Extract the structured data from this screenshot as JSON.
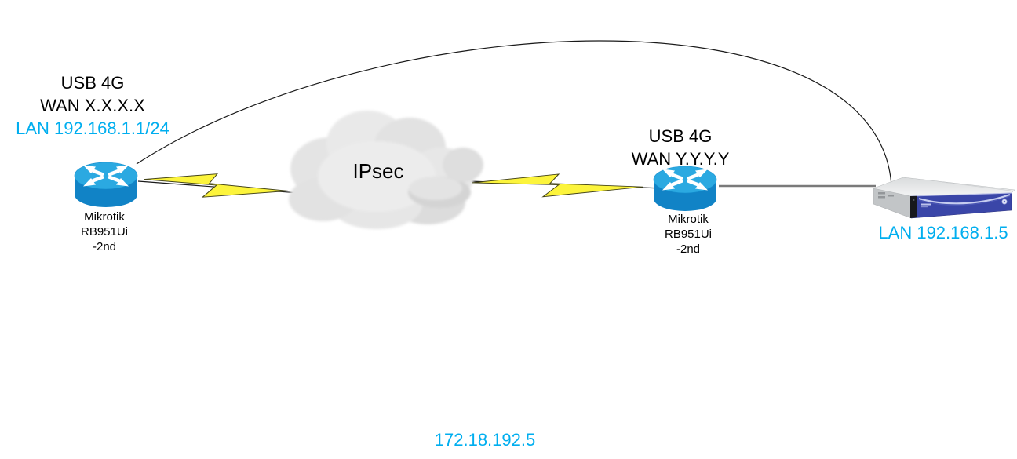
{
  "site_a": {
    "wan_line1": "USB 4G",
    "wan_line2": "WAN X.X.X.X",
    "lan": "LAN 192.168.1.1/24",
    "device": [
      "Mikrotik",
      "RB951Ui",
      "-2nd"
    ]
  },
  "cloud": {
    "label": "IPsec"
  },
  "site_b": {
    "wan_line1": "USB 4G",
    "wan_line2": "WAN Y.Y.Y.Y",
    "device": [
      "Mikrotik",
      "RB951Ui",
      "-2nd"
    ]
  },
  "server": {
    "lan": "LAN 192.168.1.5"
  },
  "footer_ip": "172.18.192.5",
  "colors": {
    "accent_cyan": "#00AEEF",
    "router_top": "#2BA9E1",
    "router_body": "#1183C6",
    "bolt_yellow": "#FCF43C",
    "cloud_gray": "#E9E9E9",
    "server_front": "#3A46A8",
    "line_black": "#1a1a1a",
    "line_gray": "#7a7a7a"
  }
}
